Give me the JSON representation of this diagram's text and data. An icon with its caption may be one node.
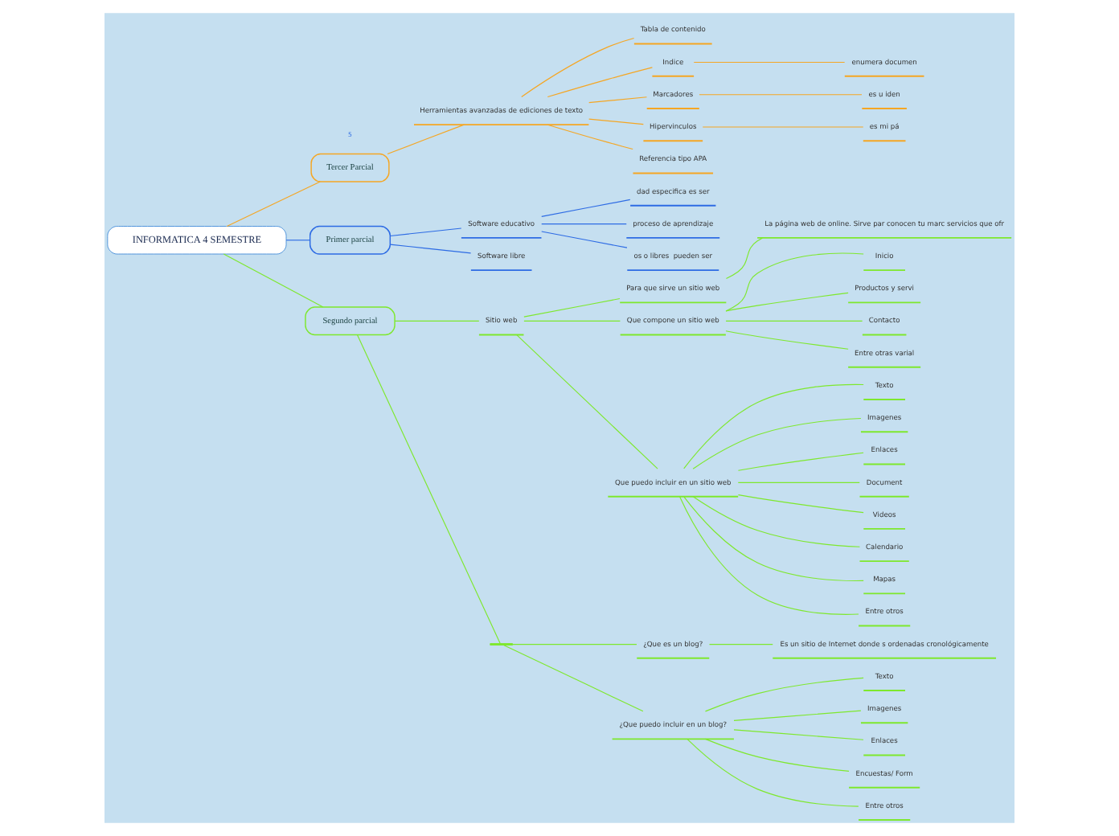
{
  "diagram": {
    "nodes": [
      {
        "text": [
          "INFORMATICA 4 SEMESTRE"
        ]
      },
      {
        "text": [
          "Tercer Parcial"
        ]
      },
      {
        "text": [
          "Herramientas avanzadas de ediciones de texto"
        ]
      },
      {
        "text": [
          "Tabla de contenido"
        ]
      },
      {
        "text": [
          "Indice"
        ]
      },
      {
        "text": [
          "enumera documen"
        ]
      },
      {
        "text": [
          "Marcadores"
        ]
      },
      {
        "text": [
          "es u iden"
        ]
      },
      {
        "text": [
          "Hipervinculos"
        ]
      },
      {
        "text": [
          "es mi pá"
        ]
      },
      {
        "text": [
          "Referencia tipo APA"
        ]
      },
      {
        "text": [
          "Primer parcial"
        ]
      },
      {
        "text": [
          "Software educativo"
        ]
      },
      {
        "text": [
          "dad especifica es ser"
        ]
      },
      {
        "text": [
          "proceso de aprendizaje"
        ]
      },
      {
        "text": [
          "os o libres  pueden ser"
        ]
      },
      {
        "text": [
          "Software libre"
        ]
      },
      {
        "text": [
          "Segundo parcial"
        ]
      },
      {
        "text": [
          "Sitio web"
        ]
      },
      {
        "text": [
          "Para que sirve un sitio web"
        ]
      },
      {
        "text": [
          "La página web de online. Sirve par conocen tu marc servicios que ofr"
        ]
      },
      {
        "text": [
          "Que compone un sitio web"
        ]
      },
      {
        "text": [
          "Inicio"
        ]
      },
      {
        "text": [
          "Productos y servi"
        ]
      },
      {
        "text": [
          "Contacto"
        ]
      },
      {
        "text": [
          "Entre otras varial"
        ]
      },
      {
        "text": [
          "Que puedo incluir en un sitio web"
        ]
      },
      {
        "text": [
          "Texto"
        ]
      },
      {
        "text": [
          "Imagenes"
        ]
      },
      {
        "text": [
          "Enlaces"
        ]
      },
      {
        "text": [
          "Document"
        ]
      },
      {
        "text": [
          "Videos"
        ]
      },
      {
        "text": [
          "Calendario"
        ]
      },
      {
        "text": [
          "Mapas"
        ]
      },
      {
        "text": [
          "Entre otros"
        ]
      },
      {
        "text": [],
        "shape": "bar"
      },
      {
        "text": [
          "¿Que es un blog?"
        ]
      },
      {
        "text": [
          "Es un sitio de Internet donde s ordenadas cronológicamente"
        ]
      },
      {
        "text": [
          "¿Que puedo incluir en un blog?"
        ]
      },
      {
        "text": [
          "Texto"
        ]
      },
      {
        "text": [
          "Imagenes"
        ]
      },
      {
        "text": [
          "Enlaces"
        ]
      },
      {
        "text": [
          "Encuestas/ Form"
        ]
      },
      {
        "text": [
          "Entre otros"
        ]
      }
    ],
    "edges": [
      {
        "from": 0,
        "to": 1,
        "arrow": "none",
        "color": "#f5a623"
      },
      {
        "from": 1,
        "to": 2,
        "arrow": "none",
        "color": "#f5a623"
      },
      {
        "from": 2,
        "to": 3,
        "arrow": "none",
        "color": "#f5a623"
      },
      {
        "from": 2,
        "to": 4,
        "arrow": "none",
        "color": "#f5a623"
      },
      {
        "from": 4,
        "to": 5,
        "arrow": "none",
        "color": "#f5a623"
      },
      {
        "from": 2,
        "to": 6,
        "arrow": "none",
        "color": "#f5a623"
      },
      {
        "from": 6,
        "to": 7,
        "arrow": "none",
        "color": "#f5a623"
      },
      {
        "from": 2,
        "to": 8,
        "arrow": "none",
        "color": "#f5a623"
      },
      {
        "from": 8,
        "to": 9,
        "arrow": "none",
        "color": "#f5a623"
      },
      {
        "from": 2,
        "to": 10,
        "arrow": "none",
        "color": "#f5a623"
      },
      {
        "from": 0,
        "to": 11,
        "arrow": "none",
        "color": "#2d6be4"
      },
      {
        "from": 11,
        "to": 12,
        "arrow": "none",
        "color": "#2d6be4"
      },
      {
        "from": 12,
        "to": 13,
        "arrow": "none",
        "color": "#2d6be4"
      },
      {
        "from": 12,
        "to": 14,
        "arrow": "none",
        "color": "#2d6be4"
      },
      {
        "from": 12,
        "to": 15,
        "arrow": "none",
        "color": "#2d6be4"
      },
      {
        "from": 11,
        "to": 16,
        "arrow": "none",
        "color": "#2d6be4"
      },
      {
        "from": 0,
        "to": 17,
        "arrow": "none"
      },
      {
        "from": 17,
        "to": 18,
        "arrow": "none"
      },
      {
        "from": 18,
        "to": 19,
        "arrow": "none"
      },
      {
        "from": 19,
        "to": 20,
        "arrow": "none"
      },
      {
        "from": 18,
        "to": 21,
        "arrow": "none"
      },
      {
        "from": 21,
        "to": 22,
        "arrow": "none"
      },
      {
        "from": 21,
        "to": 23,
        "arrow": "none"
      },
      {
        "from": 21,
        "to": 24,
        "arrow": "none"
      },
      {
        "from": 21,
        "to": 25,
        "arrow": "none"
      },
      {
        "from": 18,
        "to": 26,
        "arrow": "none"
      },
      {
        "from": 26,
        "to": 27,
        "arrow": "none"
      },
      {
        "from": 26,
        "to": 28,
        "arrow": "none"
      },
      {
        "from": 26,
        "to": 29,
        "arrow": "none"
      },
      {
        "from": 26,
        "to": 30,
        "arrow": "none"
      },
      {
        "from": 26,
        "to": 31,
        "arrow": "none"
      },
      {
        "from": 26,
        "to": 32,
        "arrow": "none"
      },
      {
        "from": 26,
        "to": 33,
        "arrow": "none"
      },
      {
        "from": 26,
        "to": 34,
        "arrow": "none"
      },
      {
        "from": 17,
        "to": 35,
        "arrow": "none"
      },
      {
        "from": 35,
        "to": 36,
        "arrow": "none"
      },
      {
        "from": 36,
        "to": 37,
        "arrow": "none"
      },
      {
        "from": 35,
        "to": 38,
        "arrow": "none"
      },
      {
        "from": 38,
        "to": 39,
        "arrow": "none"
      },
      {
        "from": 38,
        "to": 40,
        "arrow": "none"
      },
      {
        "from": 38,
        "to": 41,
        "arrow": "none"
      },
      {
        "from": 38,
        "to": 42,
        "arrow": "none"
      },
      {
        "from": 38,
        "to": 43,
        "arrow": "none"
      }
    ],
    "labels": [
      "5"
    ]
  }
}
